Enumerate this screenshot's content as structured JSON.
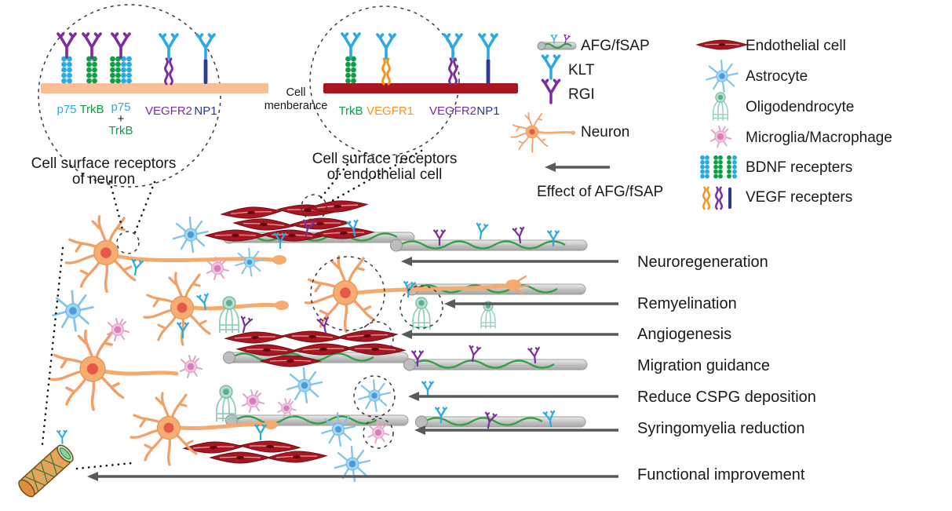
{
  "insets": {
    "membrane_label_line1": "Cell",
    "membrane_label_line2": "menberance",
    "neuron": {
      "title_line1": "Cell surface receptors",
      "title_line2": "of neuron",
      "labels": {
        "p75": "p75",
        "trkb": "TrkB",
        "combo_p75": "p75",
        "combo_plus": "+",
        "combo_trkb": "TrkB",
        "vegfr2": "VEGFR2",
        "np1": "NP1"
      }
    },
    "endothelial": {
      "title_line1": "Cell surface receptors",
      "title_line2": "of endothelial cell",
      "labels": {
        "trkb": "TrkB",
        "vegfr1": "VEGFR1",
        "vegfr2": "VEGFR2",
        "np1": "NP1"
      }
    }
  },
  "legend": {
    "afg": "AFG/fSAP",
    "klt": "KLT",
    "rgi": "RGI",
    "neuron": "Neuron",
    "effect": "Effect of AFG/fSAP",
    "endothelial": "Endothelial cell",
    "astrocyte": "Astrocyte",
    "oligodendrocyte": "Oligodendrocyte",
    "microglia": "Microglia/Macrophage",
    "bdnf": "BDNF recepters",
    "vegf": "VEGF recepters"
  },
  "effects": [
    "Neuroregeneration",
    "Remyelination",
    "Angiogenesis",
    "Migration guidance",
    "Reduce CSPG deposition",
    "Syringomyelia reduction",
    "Functional improvement"
  ],
  "colors": {
    "klt_cyan": "#29abe2",
    "rgi_purple": "#7c2ea0",
    "trkb_green": "#0f9d46",
    "vegfr1_orange": "#f7941d",
    "np1_navy": "#2b3990",
    "membrane_peach": "#f9bf97",
    "endothelial_red": "#a81622",
    "neuron_orange": "#f5ab6e",
    "astrocyte_blue": "#8ecfee",
    "oligodendrocyte_teal": "#a9dcc8",
    "microglia_pink": "#eebcd9",
    "scaffold_gray": "#c4c4c4",
    "squiggle_green": "#2f9e44",
    "arrow_gray": "#58595b"
  }
}
